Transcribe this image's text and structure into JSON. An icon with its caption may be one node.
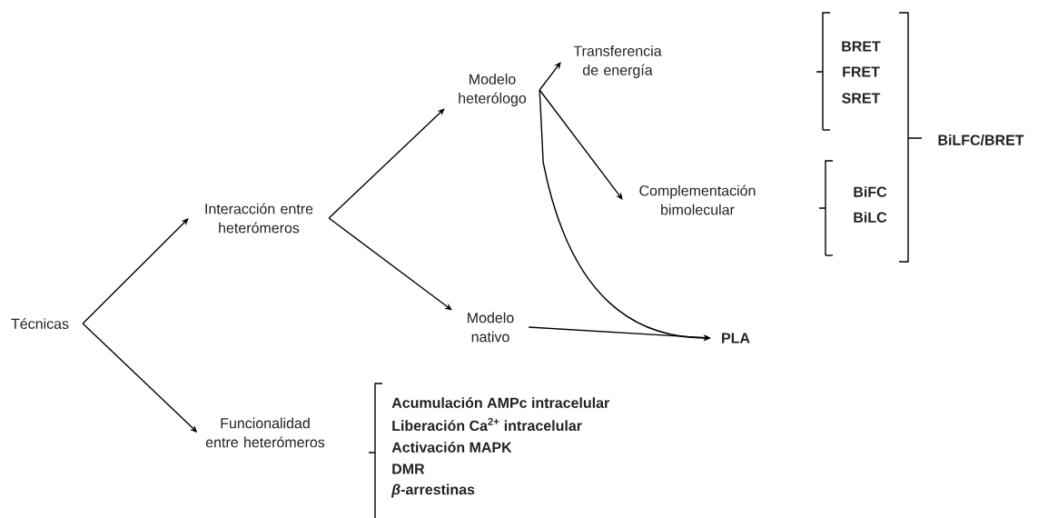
{
  "diagram": {
    "nodes": [
      {
        "text": [
          "Técnicas"
        ]
      },
      {
        "text": [
          "Interacción entre heterómeros"
        ]
      },
      {
        "text": [
          "Funcionalidad entre heterómeros"
        ]
      },
      {
        "text": [
          "Modelo heterólogo"
        ]
      },
      {
        "text": [
          "Modelo nativo"
        ]
      },
      {
        "text": [
          "Transferencia de energía"
        ]
      },
      {
        "text": [
          "Complementación bimolecular"
        ]
      },
      {
        "text": [
          "PLA"
        ]
      }
    ],
    "edges": [
      {
        "from": 0,
        "to": 1,
        "arrow": "to"
      },
      {
        "from": 0,
        "to": 2,
        "arrow": "to"
      },
      {
        "from": 1,
        "to": 3,
        "arrow": "to"
      },
      {
        "from": 1,
        "to": 4,
        "arrow": "to"
      },
      {
        "from": 3,
        "to": 5,
        "arrow": "to"
      },
      {
        "from": 3,
        "to": 6,
        "arrow": "to"
      },
      {
        "from": 3,
        "to": 7,
        "arrow": "to"
      },
      {
        "from": 4,
        "to": 7,
        "arrow": "to"
      }
    ],
    "labels": [
      "BRET",
      "FRET",
      "SRET",
      "BiLFC/BRET",
      "BiFC",
      "BiLC",
      "Acumulación AMPc intracelular",
      "Liberación Ca$^{2+}$ intracelular",
      "Activación MAPK",
      "DMR",
      "*β*-arrestinas"
    ]
  }
}
